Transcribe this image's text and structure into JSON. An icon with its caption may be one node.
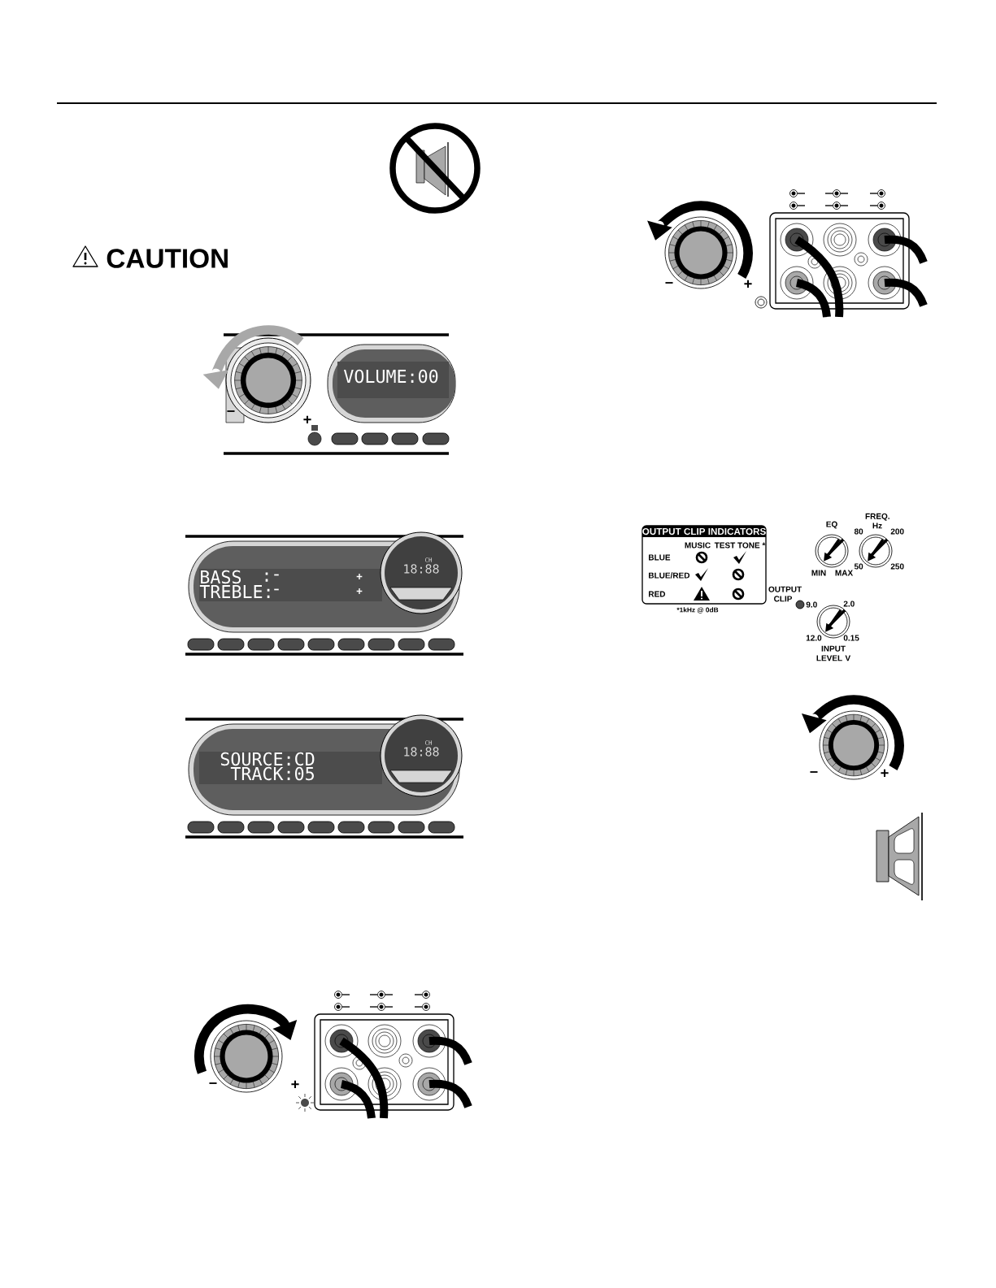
{
  "diagram": {
    "labels": [
      "CAUTION",
      "–",
      "+",
      "VOLUME:00",
      "BASS",
      ":",
      "-",
      "+",
      "TREBLE:",
      "-",
      "+",
      "18:88",
      "CH",
      "SOURCE:CD",
      "TRACK:05",
      "18:88",
      "CH",
      "–",
      "+",
      "OUTPUT CLIP INDICATORS",
      "MUSIC",
      "TEST TONE *",
      "BLUE",
      "BLUE/RED",
      "RED",
      "*1kHz @ 0dB",
      "EQ",
      "FREQ. Hz",
      "80",
      "200",
      "50",
      "250",
      "MIN",
      "MAX",
      "OUTPUT CLIP",
      "9.0",
      "2.0",
      "12.0",
      "0.15",
      "INPUT LEVEL V",
      "–",
      "+",
      "–",
      "+"
    ]
  }
}
